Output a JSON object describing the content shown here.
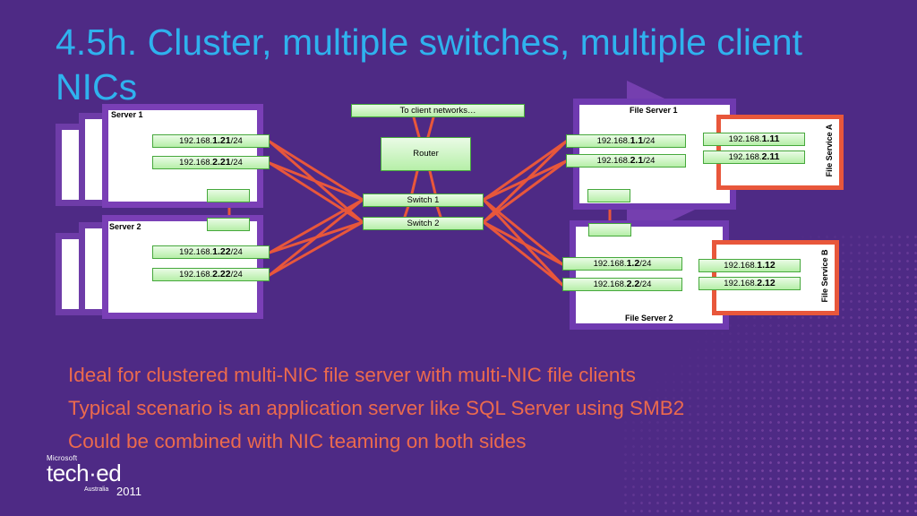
{
  "title": "4.5h. Cluster, multiple switches, multiple client NICs",
  "server1": {
    "label": "Server 1",
    "nics": [
      {
        "prefix": "192.168.",
        "bold": "1.21",
        "suffix": "/24"
      },
      {
        "prefix": "192.168.",
        "bold": "2.21",
        "suffix": "/24"
      }
    ]
  },
  "server2": {
    "label": "Server 2",
    "nics": [
      {
        "prefix": "192.168.",
        "bold": "1.22",
        "suffix": "/24"
      },
      {
        "prefix": "192.168.",
        "bold": "2.22",
        "suffix": "/24"
      }
    ]
  },
  "network": {
    "client_networks": "To client networks…",
    "router": "Router",
    "switch1": "Switch 1",
    "switch2": "Switch 2"
  },
  "fileserver1": {
    "label": "File Server 1",
    "nics": [
      {
        "prefix": "192.168.",
        "bold": "1.1",
        "suffix": "/24"
      },
      {
        "prefix": "192.168.",
        "bold": "2.1",
        "suffix": "/24"
      }
    ]
  },
  "fileserver2": {
    "label": "File Server 2",
    "nics": [
      {
        "prefix": "192.168.",
        "bold": "1.2",
        "suffix": "/24"
      },
      {
        "prefix": "192.168.",
        "bold": "2.2",
        "suffix": "/24"
      }
    ]
  },
  "service_a": {
    "label": "File Service A",
    "ips": [
      {
        "prefix": "192.168.",
        "bold": "1.11"
      },
      {
        "prefix": "192.168.",
        "bold": "2.11"
      }
    ]
  },
  "service_b": {
    "label": "File Service B",
    "ips": [
      {
        "prefix": "192.168.",
        "bold": "1.12"
      },
      {
        "prefix": "192.168.",
        "bold": "2.12"
      }
    ]
  },
  "bullets": [
    "Ideal for clustered multi-NIC file server with multi-NIC file clients",
    "Typical scenario is an application server like SQL Server using SMB2",
    "Could be combined with NIC teaming on both sides"
  ],
  "logo": {
    "company": "Microsoft",
    "event": "tech·ed",
    "region": "Australia",
    "year": "2011"
  },
  "colors": {
    "background": "#4e2a85",
    "title": "#2fb2ee",
    "bullets": "#ec6a4d",
    "links": "#e8573b",
    "server_border": "#7a3fb6",
    "service_border": "#e8573b",
    "nic_fill": "#b6efa8"
  }
}
